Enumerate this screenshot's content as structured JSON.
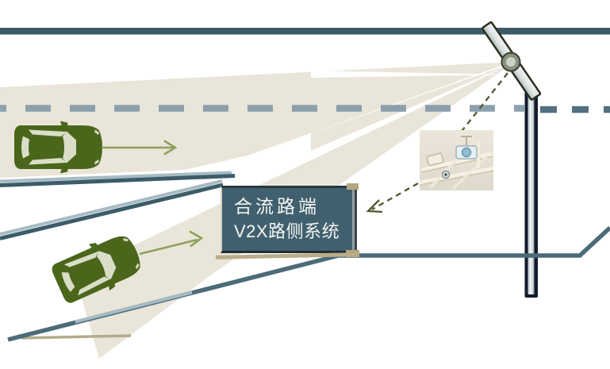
{
  "diagram": {
    "label_box": {
      "line1": "合流路端",
      "line2": "V2X路侧系统"
    },
    "elements": {
      "vehicles": [
        "car-main-road",
        "car-merge-road"
      ],
      "infrastructure": [
        "roadside-pole",
        "sensor-arm",
        "sensor-hub",
        "sensor-photo"
      ],
      "beams": [
        "sensor-beam-main",
        "sensor-beam-lower",
        "sensor-beam-sliver"
      ],
      "links": [
        "sensor-dashed-link"
      ]
    }
  },
  "colors": {
    "cone_beige": "#e9e5d9",
    "road_dark": "#3c5c6a",
    "road_light": "#a6bbc3",
    "road_bottom_right": "#4c6b78",
    "lane_dash_left": "#8ba0ac",
    "lane_dash_right": "#52707f",
    "top_edge_bar": "#3c5966",
    "car_green": "#4a661b",
    "car_window": "#dadec7",
    "arrow_olive": "#8f9f5b",
    "dashed_link_olive": "#54552f",
    "tan_edge": "#b4ab8b",
    "label_box_bg": "#41606f",
    "label_text": "#f4f6f1",
    "pole_outline": "#131b2b"
  }
}
